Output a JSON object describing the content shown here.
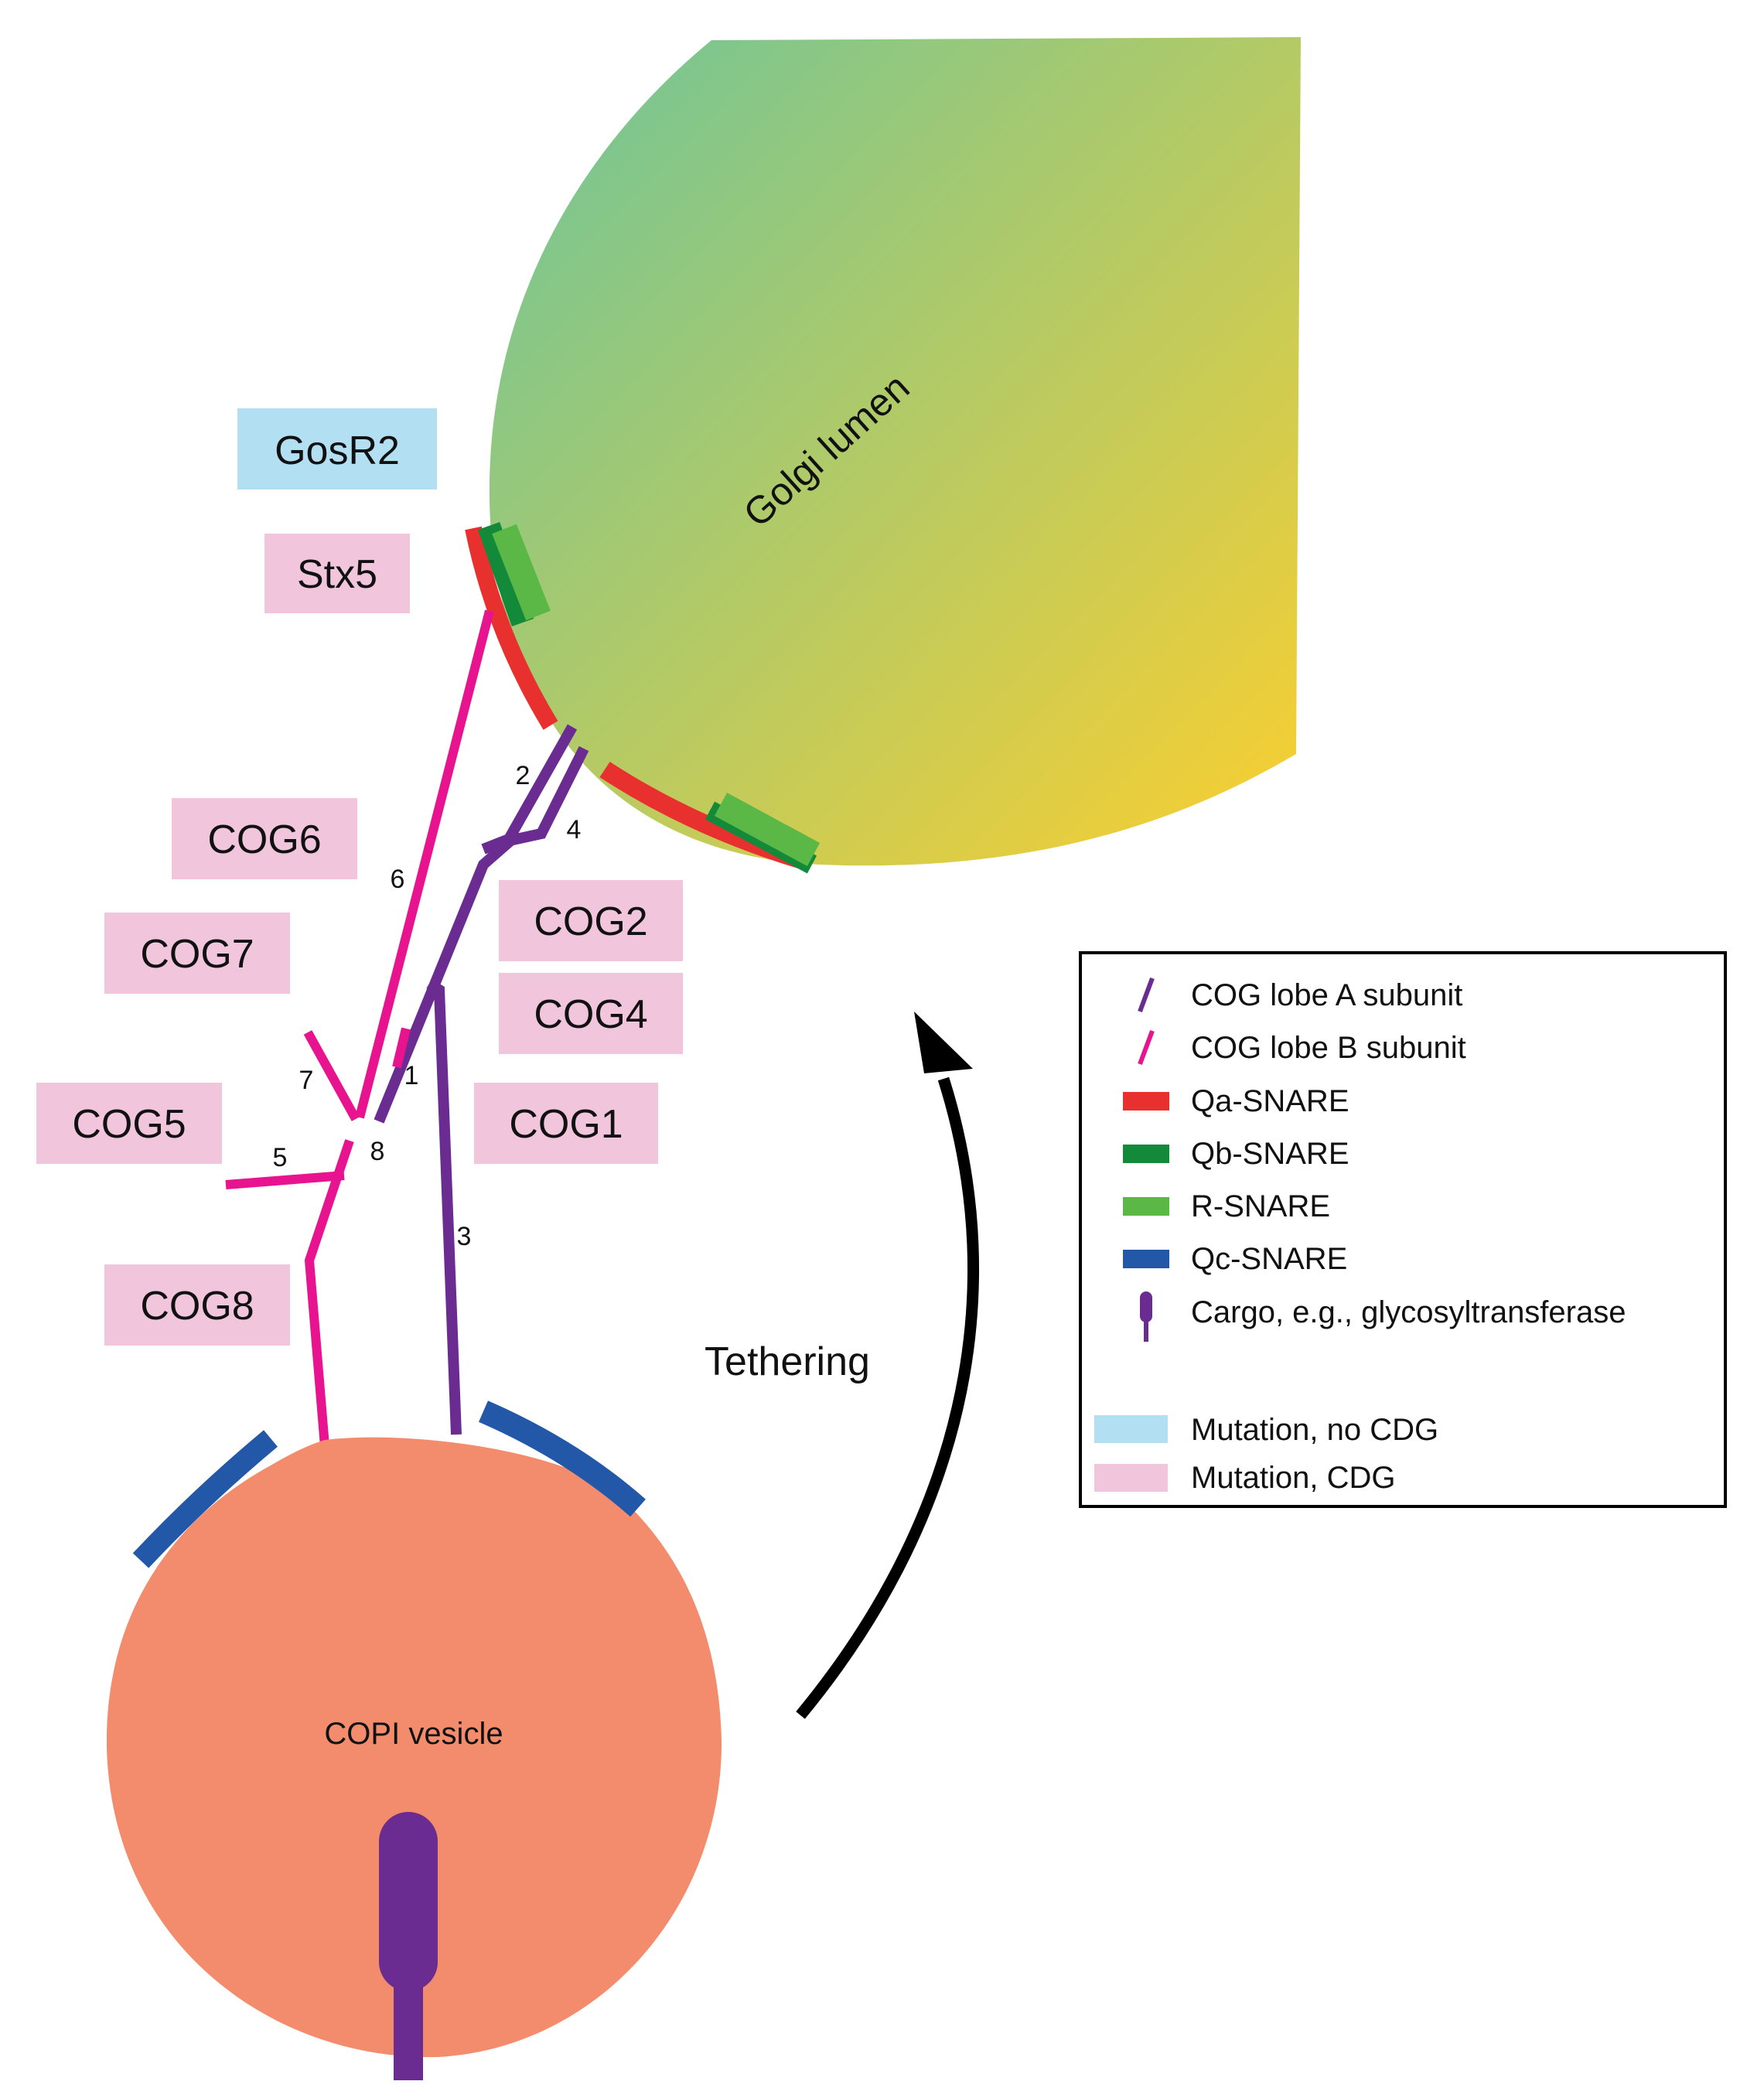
{
  "golgi": {
    "label": "Golgi lumen"
  },
  "vesicle": {
    "label": "COPI vesicle"
  },
  "tethering": {
    "label": "Tethering"
  },
  "protein_boxes": [
    {
      "id": "gosr2",
      "text": "GosR2",
      "status": "mutation_no_cdg"
    },
    {
      "id": "stx5",
      "text": "Stx5",
      "status": "mutation_cdg"
    },
    {
      "id": "cog6",
      "text": "COG6",
      "status": "mutation_cdg"
    },
    {
      "id": "cog7",
      "text": "COG7",
      "status": "mutation_cdg"
    },
    {
      "id": "cog5",
      "text": "COG5",
      "status": "mutation_cdg"
    },
    {
      "id": "cog8",
      "text": "COG8",
      "status": "mutation_cdg"
    },
    {
      "id": "cog2",
      "text": "COG2",
      "status": "mutation_cdg"
    },
    {
      "id": "cog4",
      "text": "COG4",
      "status": "mutation_cdg"
    },
    {
      "id": "cog1",
      "text": "COG1",
      "status": "mutation_cdg"
    }
  ],
  "subunit_numbers": [
    "1",
    "2",
    "3",
    "4",
    "5",
    "6",
    "7",
    "8"
  ],
  "legend": {
    "items": [
      {
        "label": "COG lobe A subunit",
        "symbol": "slash",
        "color": "#6a2c91"
      },
      {
        "label": "COG lobe B subunit",
        "symbol": "slash",
        "color": "#e8138e"
      },
      {
        "label": "Qa-SNARE",
        "symbol": "bar",
        "color": "#e8312f"
      },
      {
        "label": "Qb-SNARE",
        "symbol": "bar",
        "color": "#138a3a"
      },
      {
        "label": "R-SNARE",
        "symbol": "bar",
        "color": "#5cb846"
      },
      {
        "label": "Qc-SNARE",
        "symbol": "bar",
        "color": "#2358a8"
      },
      {
        "label": "Cargo, e.g., glycosyltransferase",
        "symbol": "cargo",
        "color": "#6a2c91"
      }
    ],
    "mutation_items": [
      {
        "label": "Mutation, no CDG",
        "color": "#b3dff2"
      },
      {
        "label": "Mutation, CDG",
        "color": "#f1c6dd"
      }
    ]
  },
  "colors": {
    "golgi_gradient_start": "#6cc59c",
    "golgi_gradient_end": "#fccf2e",
    "vesicle": "#f38c6d",
    "lobe_a": "#6a2c91",
    "lobe_b": "#e8138e",
    "qa_snare": "#e8312f",
    "qb_snare": "#138a3a",
    "r_snare": "#5cb846",
    "qc_snare": "#2358a8",
    "mutation_cdg": "#f1c6dd",
    "mutation_no_cdg": "#b3dff2",
    "arrow": "#000000"
  }
}
